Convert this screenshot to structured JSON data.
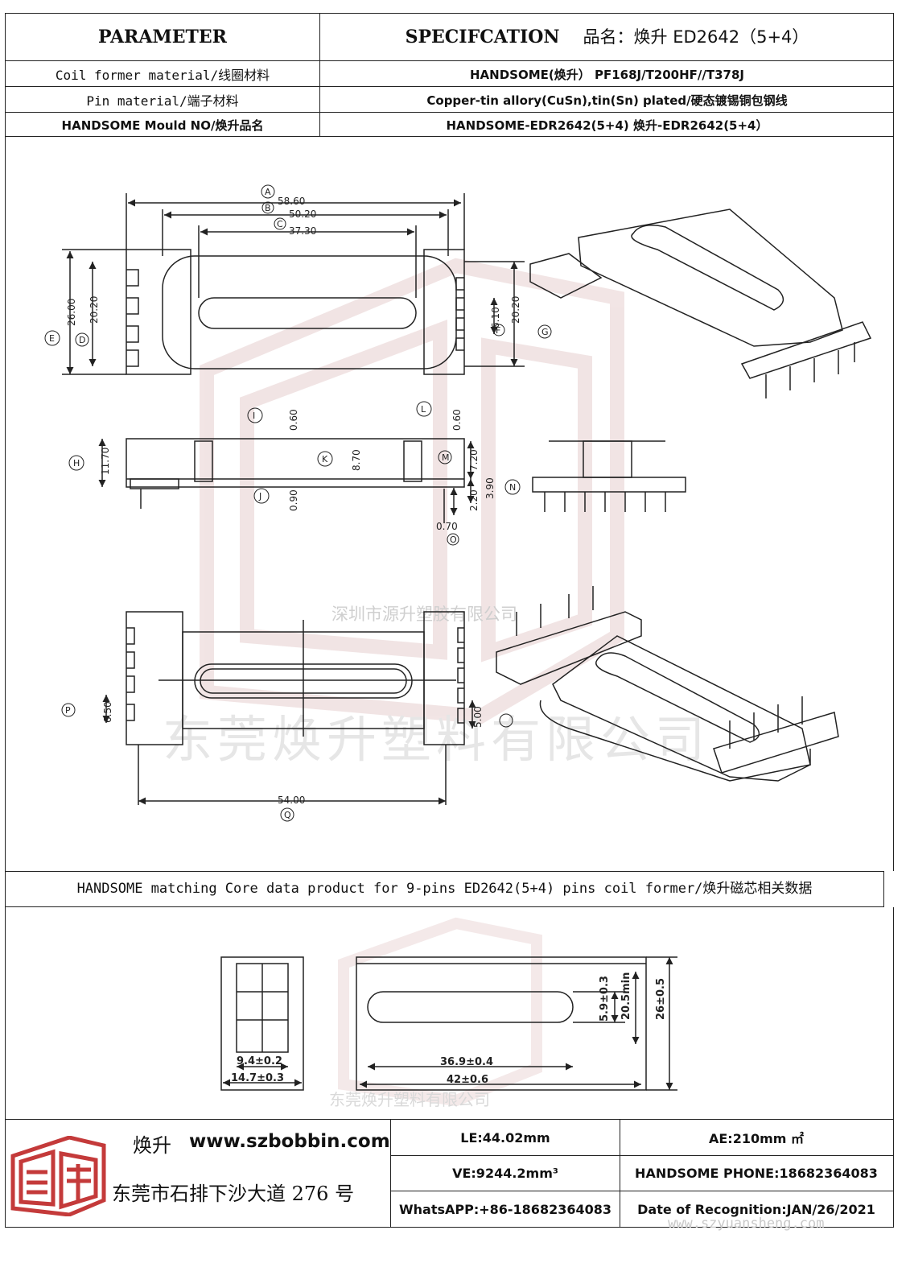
{
  "header": {
    "parameter_label": "PARAMETER",
    "specification_label": "SPECIFCATION",
    "product_name": "品名：焕升 ED2642（5+4）",
    "rows": [
      {
        "label": "Coil former material/线圈材料",
        "value": "HANDSOME(焕升）  PF168J/T200HF//T378J"
      },
      {
        "label": "Pin material/端子材料",
        "value": "Copper-tin allory(CuSn),tin(Sn) plated/硬态镀锡铜包钢线"
      },
      {
        "label": "HANDSOME Mould NO/焕升品名",
        "value": "HANDSOME-EDR2642(5+4)    焕升-EDR2642(5+4）"
      }
    ]
  },
  "drawing": {
    "dims": {
      "A": "58.60",
      "B": "50.20",
      "C": "37.30",
      "E": "26.00",
      "D": "20.20",
      "F_right": "20.20",
      "G_small": "6.10",
      "I": "0.60",
      "L": "0.60",
      "H": "11.70",
      "K": "8.70",
      "J": "0.90",
      "M": "7.20",
      "N": "3.90",
      "O": "2.20",
      "P": "0.70",
      "Q": "6.50",
      "R": "5.00",
      "S": "54.00"
    },
    "labels": [
      "A",
      "B",
      "C",
      "D",
      "E",
      "F",
      "G",
      "H",
      "I",
      "J",
      "K",
      "L",
      "M",
      "N",
      "O",
      "P",
      "Q"
    ],
    "watermark_top": "深圳市源升塑胶有限公司",
    "watermark_big": "东莞焕升塑料有限公司"
  },
  "core": {
    "title": "HANDSOME matching Core data  product for 9-pins ED2642(5+4) pins coil former/焕升磁芯相关数据",
    "dims": {
      "w1": "9.4±0.2",
      "w2": "14.7±0.3",
      "l1": "36.9±0.4",
      "l2": "42±0.6",
      "h1": "5.9±0.3",
      "h2": "20.5min",
      "h3": "26±0.5"
    },
    "watermark": "东莞焕升塑料有限公司"
  },
  "footer": {
    "brand": "焕升",
    "website": "www.szbobbin.com",
    "address": "东莞市石排下沙大道 276 号",
    "le": "LE:44.02mm",
    "ae": "AE:210mm ㎡",
    "ve": "VE:9244.2mm³",
    "phone": "HANDSOME PHONE:18682364083",
    "whatsapp": "WhatsAPP:+86-18682364083",
    "date": "Date of Recognition:JAN/26/2021",
    "watermark_url": "www.szyuansheng.com"
  },
  "colors": {
    "line": "#222222",
    "watermark": "#d9b5b5",
    "logo": "#c43a3a"
  }
}
